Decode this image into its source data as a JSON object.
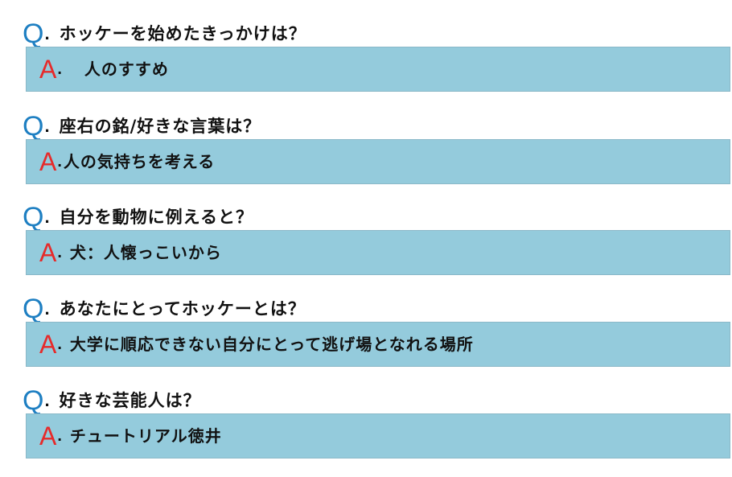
{
  "qa": [
    {
      "q_mark": "Q",
      "a_mark": "A",
      "question": "ホッケーを始めたきっかけは？",
      "answer": "人のすすめ"
    },
    {
      "q_mark": "Q",
      "a_mark": "A",
      "question": "座右の銘/好きな言葉は？",
      "answer": "人の気持ちを考える"
    },
    {
      "q_mark": "Q",
      "a_mark": "A",
      "question": "自分を動物に例えると？",
      "answer": "犬：人懐っこいから"
    },
    {
      "q_mark": "Q",
      "a_mark": "A",
      "question": "あなたにとってホッケーとは？",
      "answer": "大学に順応できない自分にとって逃げ場となれる場所"
    },
    {
      "q_mark": "Q",
      "a_mark": "A",
      "question": "好きな芸能人は？",
      "answer": "チュートリアル徳井"
    }
  ],
  "colors": {
    "q_mark": "#1e7fc2",
    "a_mark": "#e62a2a",
    "answer_bg": "#94cbdc"
  }
}
